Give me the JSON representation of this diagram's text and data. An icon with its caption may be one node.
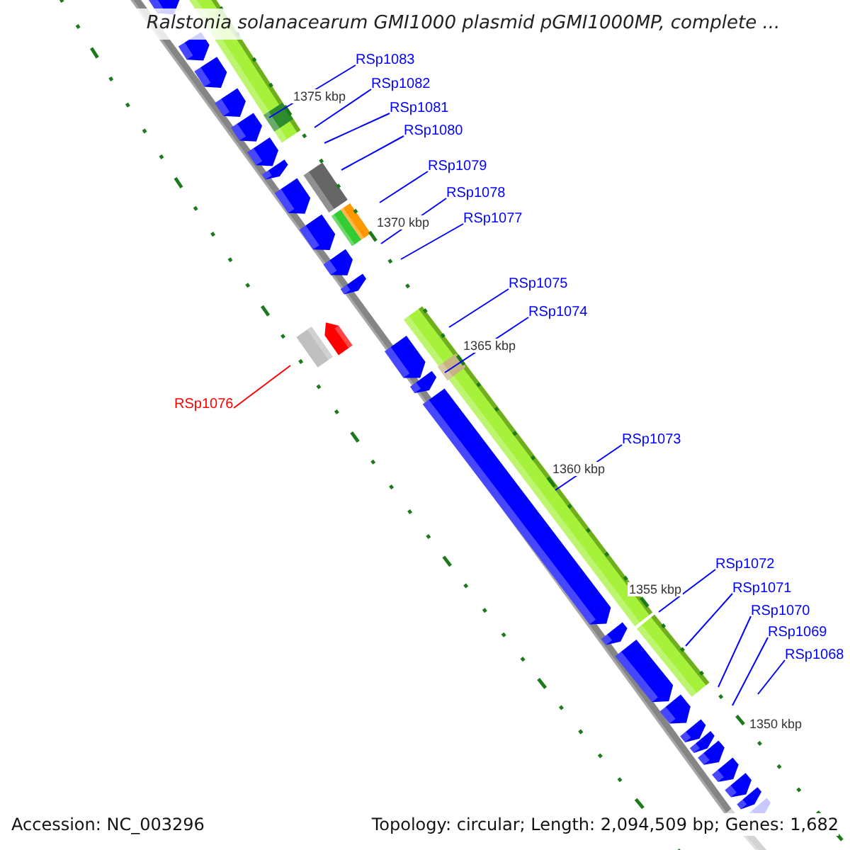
{
  "diagram": {
    "title": "Ralstonia solanacearum GMI1000 plasmid pGMI1000MP, complete ...",
    "nodes": [
      {
        "text": [
          "RSp1083"
        ]
      },
      {
        "text": [
          "RSp1082"
        ]
      },
      {
        "text": [
          "RSp1081"
        ]
      },
      {
        "text": [
          "RSp1080"
        ]
      },
      {
        "text": [
          "RSp1079"
        ]
      },
      {
        "text": [
          "RSp1078"
        ]
      },
      {
        "text": [
          "RSp1077"
        ]
      },
      {
        "text": [
          "RSp1075"
        ]
      },
      {
        "text": [
          "RSp1074"
        ]
      },
      {
        "text": [
          "RSp1076"
        ]
      },
      {
        "text": [
          "RSp1073"
        ]
      },
      {
        "text": [
          "RSp1072"
        ]
      },
      {
        "text": [
          "RSp1071"
        ]
      },
      {
        "text": [
          "RSp1070"
        ]
      },
      {
        "text": [
          "RSp1069"
        ]
      },
      {
        "text": [
          "RSp1068"
        ]
      }
    ],
    "edges": [
      {
        "from": 0,
        "to": null,
        "arrow": "none"
      },
      {
        "from": 1,
        "to": null,
        "arrow": "none"
      },
      {
        "from": 2,
        "to": null,
        "arrow": "none"
      },
      {
        "from": 3,
        "to": null,
        "arrow": "none"
      },
      {
        "from": 4,
        "to": null,
        "arrow": "none"
      },
      {
        "from": 5,
        "to": null,
        "arrow": "none"
      },
      {
        "from": 6,
        "to": null,
        "arrow": "none"
      },
      {
        "from": 7,
        "to": null,
        "arrow": "none"
      },
      {
        "from": 8,
        "to": null,
        "arrow": "none"
      },
      {
        "from": 9,
        "to": null,
        "arrow": "none",
        "color": "#ff0000"
      },
      {
        "from": 10,
        "to": null,
        "arrow": "none"
      },
      {
        "from": 11,
        "to": null,
        "arrow": "none"
      },
      {
        "from": 12,
        "to": null,
        "arrow": "none"
      },
      {
        "from": 13,
        "to": null,
        "arrow": "none"
      },
      {
        "from": 14,
        "to": null,
        "arrow": "none"
      },
      {
        "from": 15,
        "to": null,
        "arrow": "none"
      }
    ],
    "labels": [
      "1375 kbp",
      "1370 kbp",
      "1365 kbp",
      "1360 kbp",
      "1355 kbp",
      "1350 kbp",
      "Accession: NC_003296",
      "Topology: circular; Length: 2,094,509 bp; Genes: 1,682"
    ]
  }
}
